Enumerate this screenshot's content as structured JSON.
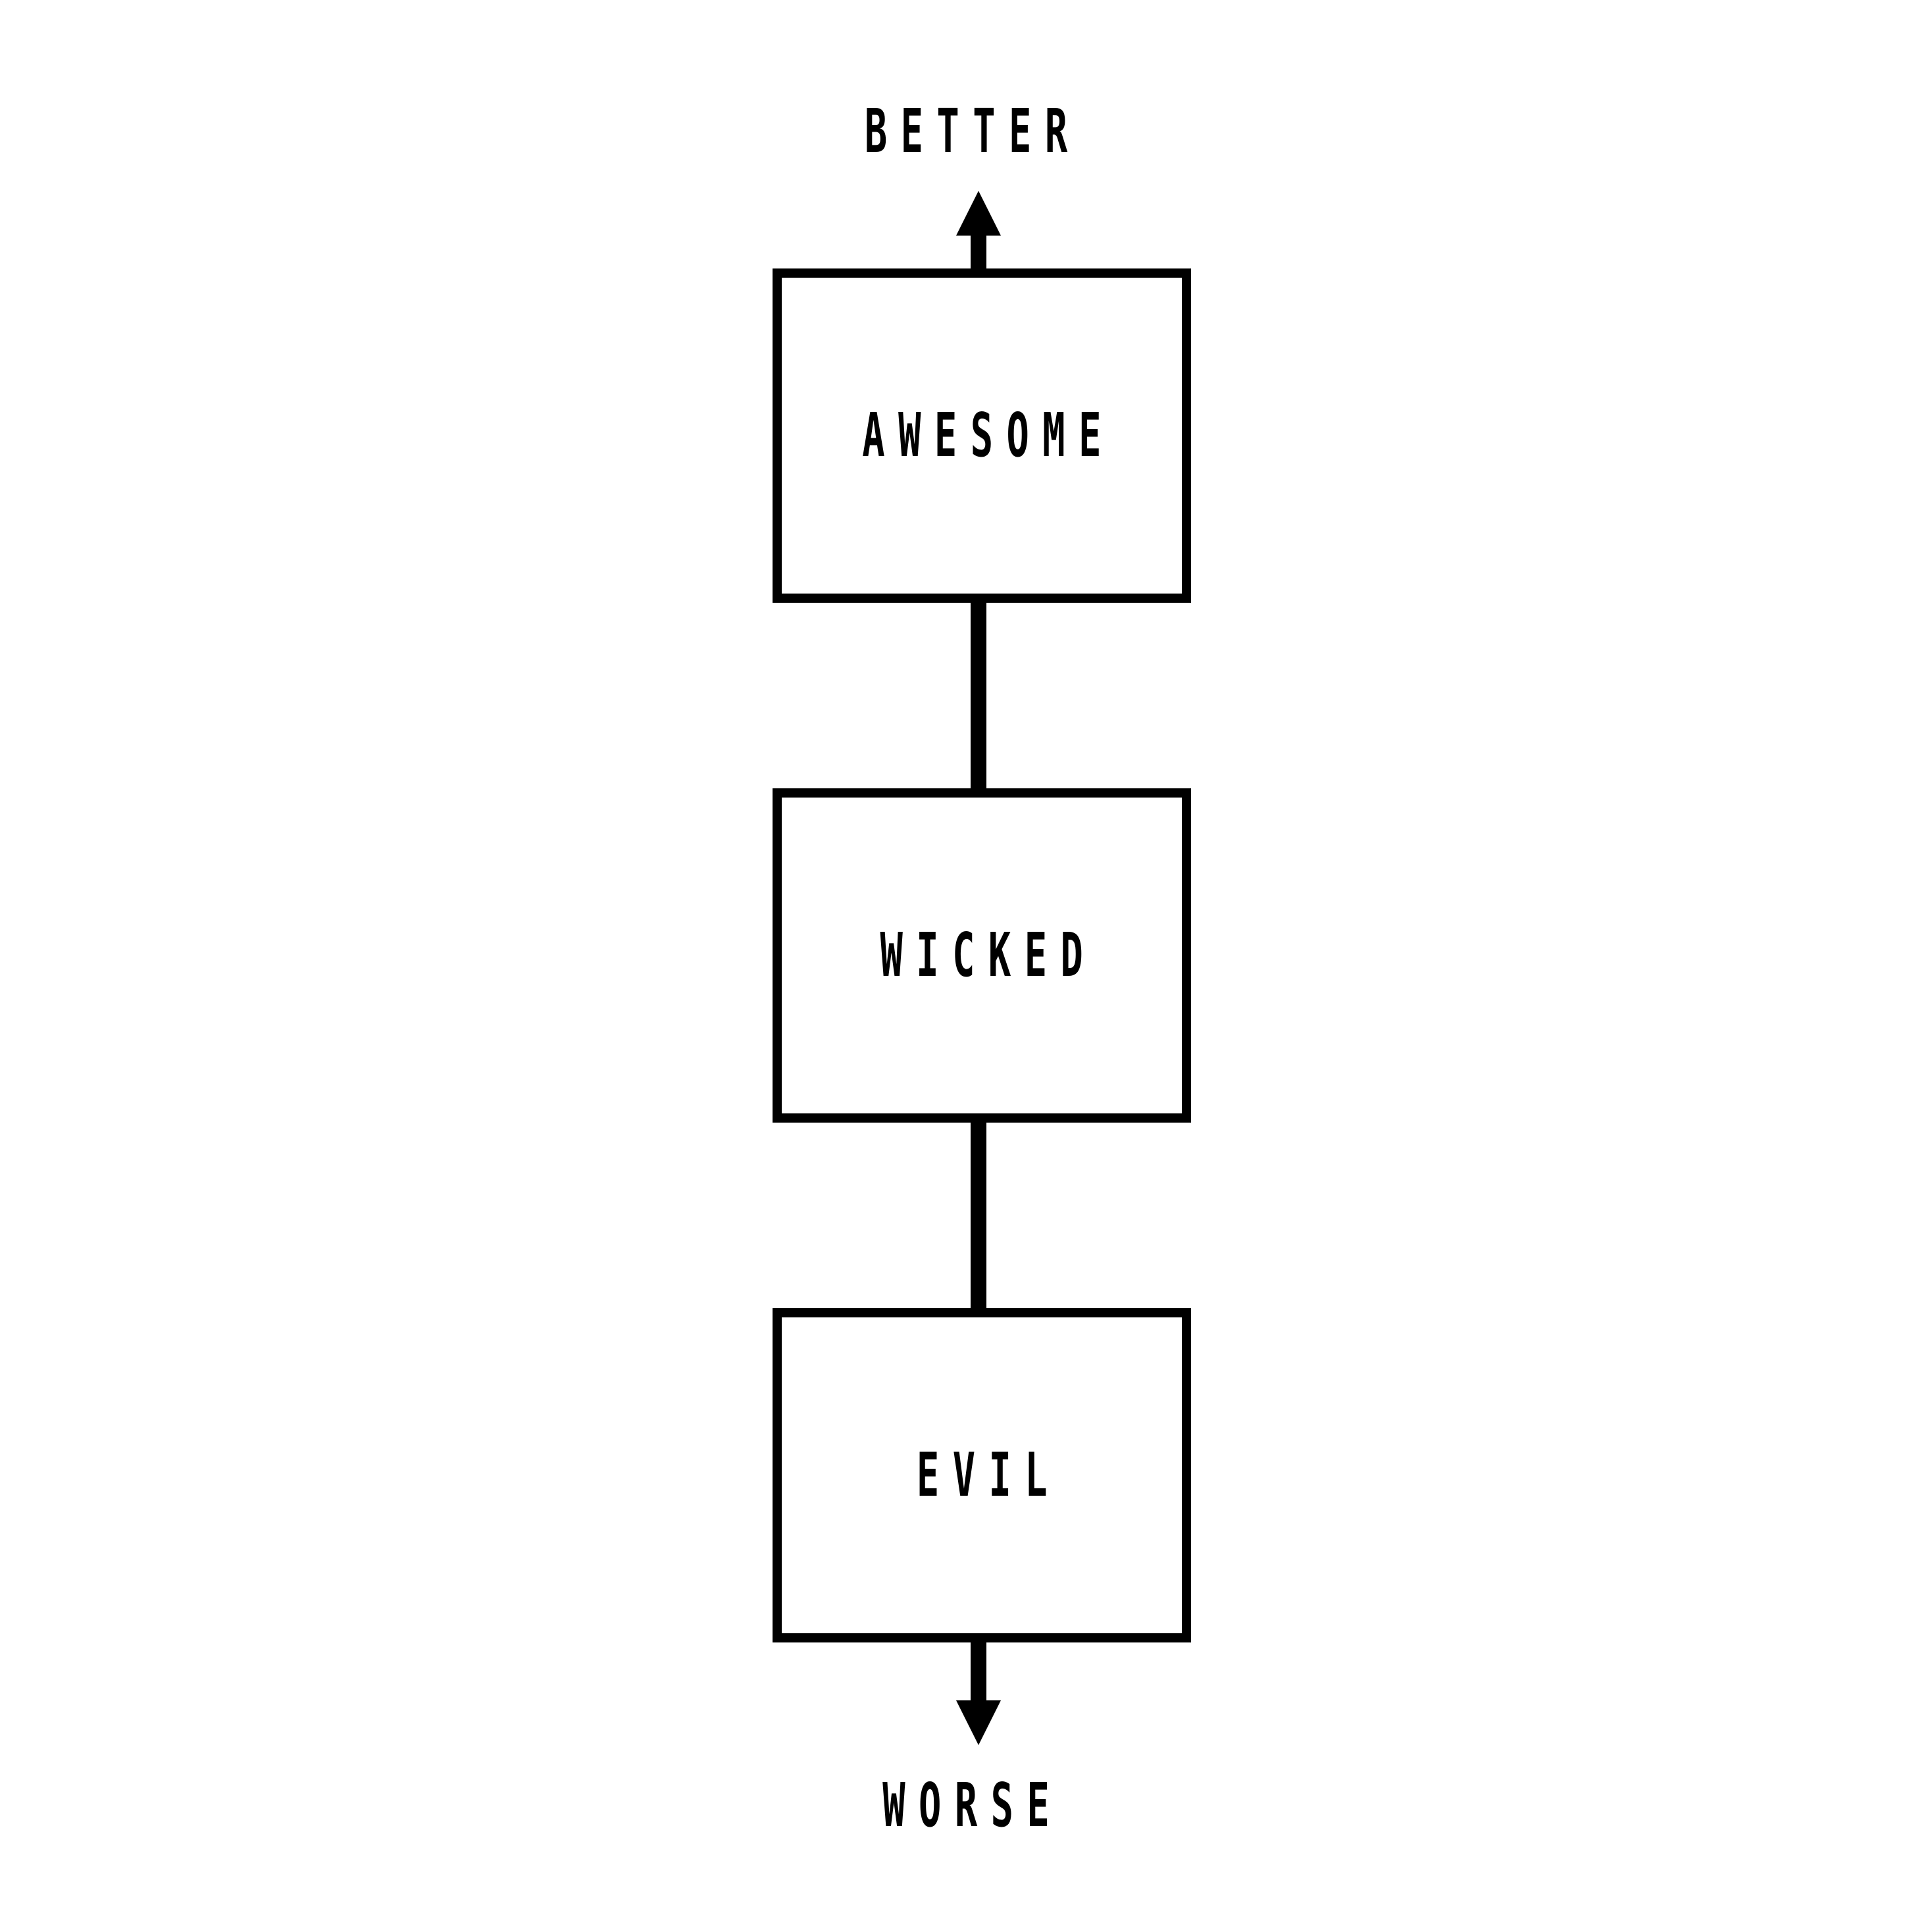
{
  "diagram": {
    "top_label": "BETTER",
    "bottom_label": "WORSE",
    "boxes": [
      {
        "label": "AWESOME"
      },
      {
        "label": "WICKED"
      },
      {
        "label": "EVIL"
      }
    ],
    "colors": {
      "stroke": "#000000",
      "background": "#ffffff"
    }
  }
}
